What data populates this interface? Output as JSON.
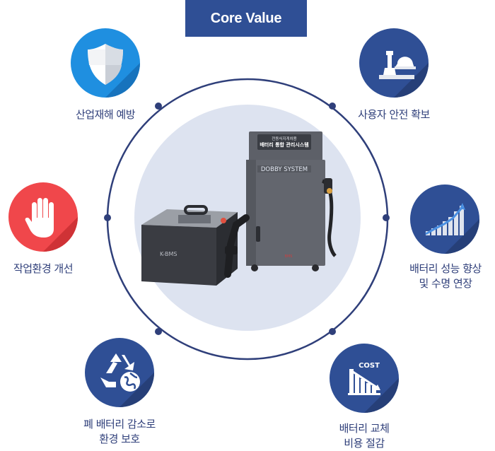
{
  "title": "Core Value",
  "colors": {
    "navy": "#2f4f95",
    "ring": "#2f3f7a",
    "inner_circle": "#dde3f0",
    "blue_badge": "#1f8fe0",
    "red_badge": "#f0474b"
  },
  "features": [
    {
      "id": "prevention",
      "label_lines": [
        "산업재해 예방"
      ],
      "icon": "shield-icon"
    },
    {
      "id": "safety",
      "label_lines": [
        "사용자 안전 확보"
      ],
      "icon": "hard-hat-icon"
    },
    {
      "id": "performance",
      "label_lines": [
        "배터리 성능 향상",
        "및 수명 연장"
      ],
      "icon": "growth-chart-icon"
    },
    {
      "id": "cost",
      "label_lines": [
        "배터리 교체",
        "비용 절감"
      ],
      "icon": "cost-down-icon",
      "icon_text": "COST"
    },
    {
      "id": "environment",
      "label_lines": [
        "폐 배터리 감소로",
        "환경 보호"
      ],
      "icon": "recycle-globe-icon"
    },
    {
      "id": "work",
      "label_lines": [
        "작업환경 개선"
      ],
      "icon": "stop-hand-icon"
    }
  ],
  "product": {
    "cabinet_title_small": "전동식지게차용",
    "cabinet_title": "배터리 통합 관리시스템",
    "cabinet_brand": "DOBBY SYSTEM",
    "portable_brand": "K-BMS",
    "cabinet_logo": "BMS"
  }
}
